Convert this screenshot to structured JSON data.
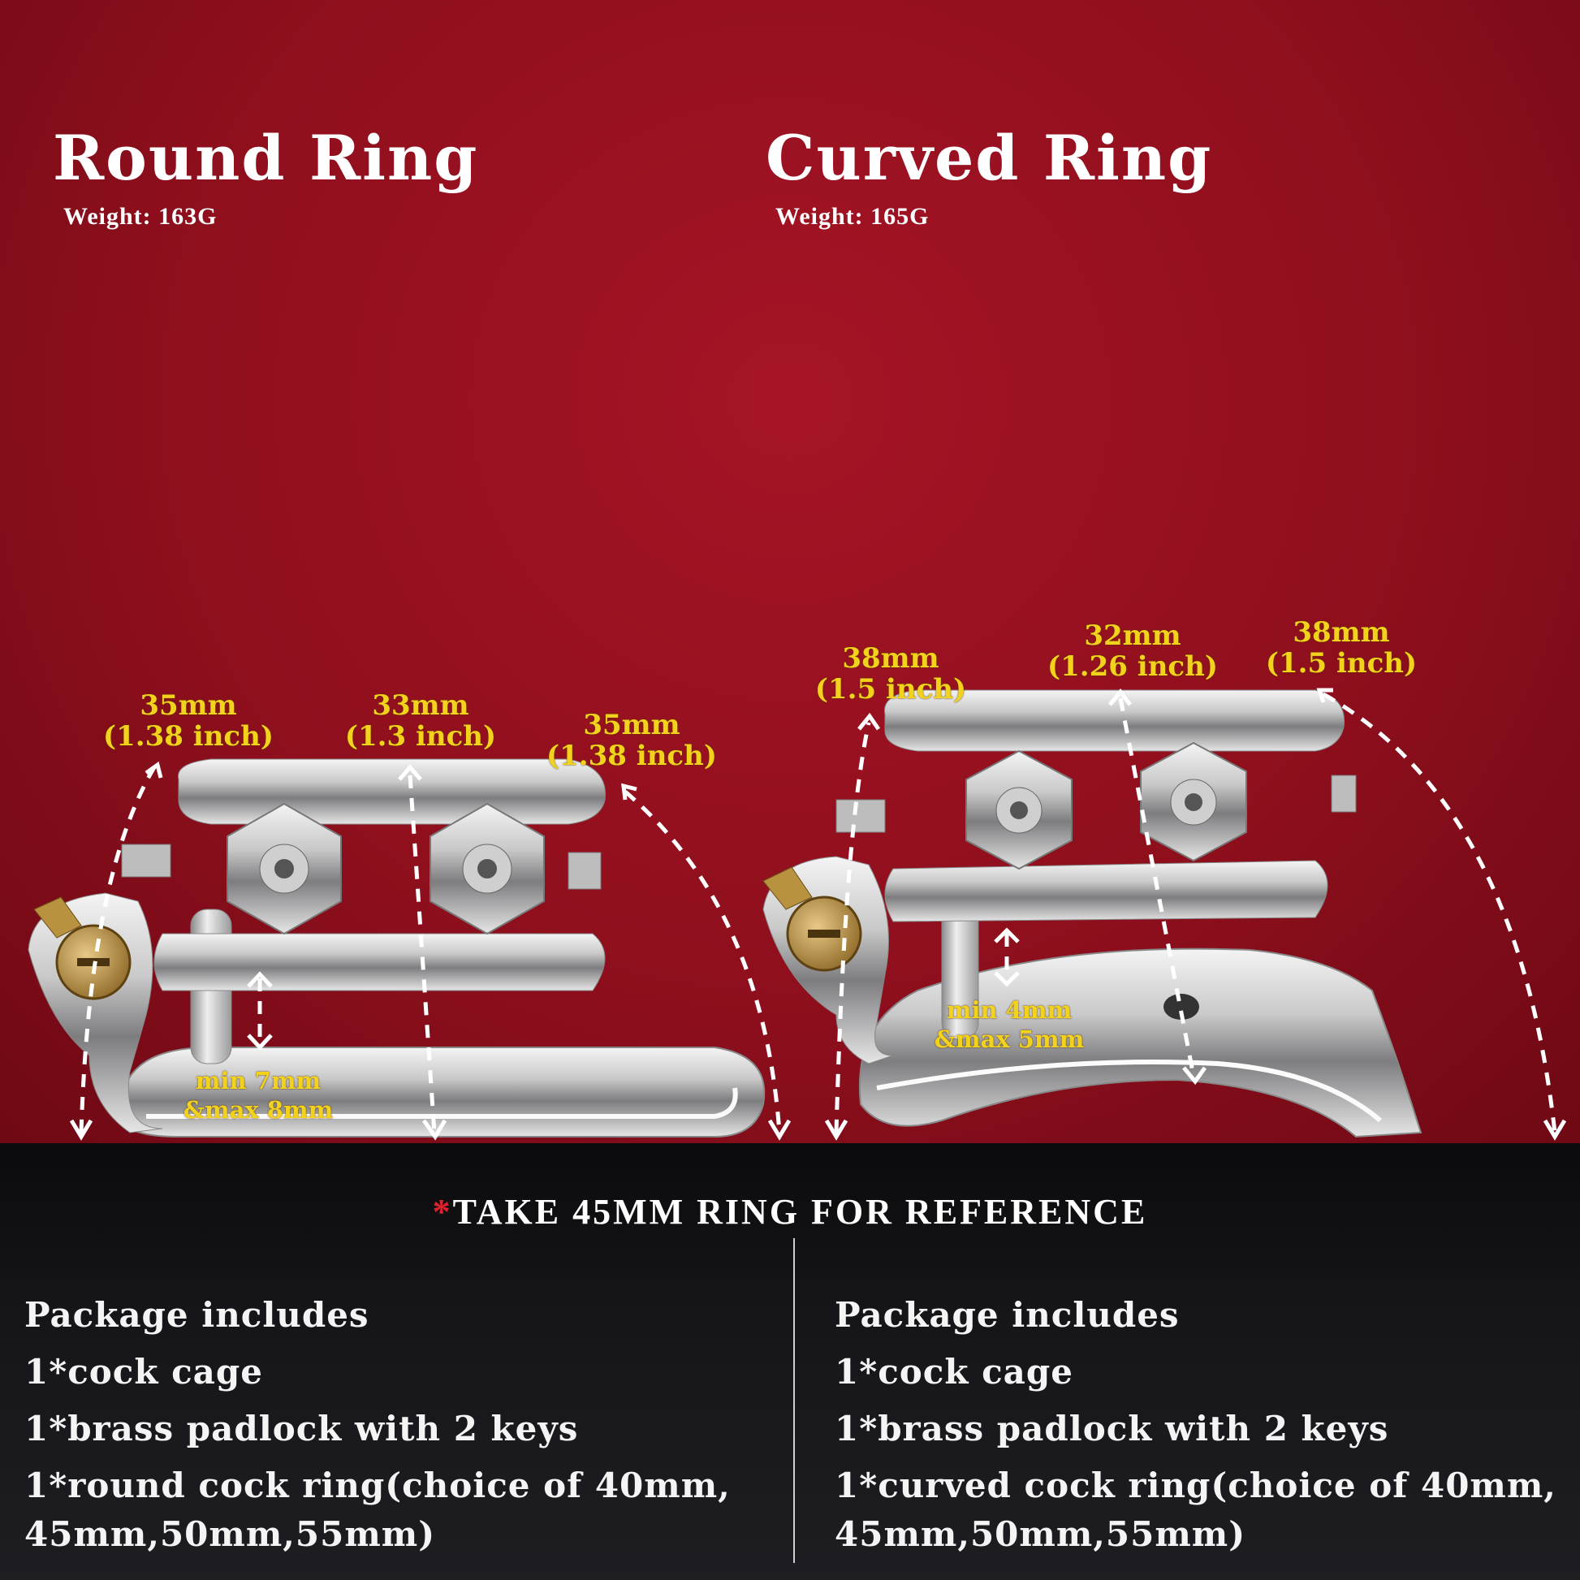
{
  "colors": {
    "background_top": "#8f0f1d",
    "background_bottom": "#141418",
    "dimension_text": "#f2d21c",
    "asterisk": "#e0202a",
    "text": "#ffffff"
  },
  "left": {
    "title": "Round Ring",
    "weight": "Weight:  163G",
    "dims": {
      "left_mm": "35mm",
      "left_in": "(1.38 inch)",
      "center_mm": "33mm",
      "center_in": "(1.3 inch)",
      "right_mm": "35mm",
      "right_in": "(1.38 inch)",
      "gap_min": "min 7mm",
      "gap_max": "&max 8mm"
    }
  },
  "right": {
    "title": "Curved Ring",
    "weight": "Weight:  165G",
    "dims": {
      "left_mm": "38mm",
      "left_in": "(1.5 inch)",
      "center_mm": "32mm",
      "center_in": "(1.26 inch)",
      "right_mm": "38mm",
      "right_in": "(1.5 inch)",
      "gap_min": "min 4mm",
      "gap_max": "&max 5mm"
    }
  },
  "note": {
    "asterisk": "*",
    "text": "TAKE 45MM RING FOR REFERENCE"
  },
  "package_left": {
    "heading": "Package includes",
    "items": [
      "1*cock cage",
      "1*brass padlock with 2 keys",
      "1*round cock ring(choice of 40mm,",
      "45mm,50mm,55mm)"
    ]
  },
  "package_right": {
    "heading": "Package includes",
    "items": [
      "1*cock cage",
      "1*brass padlock with 2 keys",
      "1*curved cock ring(choice of 40mm,",
      "45mm,50mm,55mm)"
    ]
  }
}
